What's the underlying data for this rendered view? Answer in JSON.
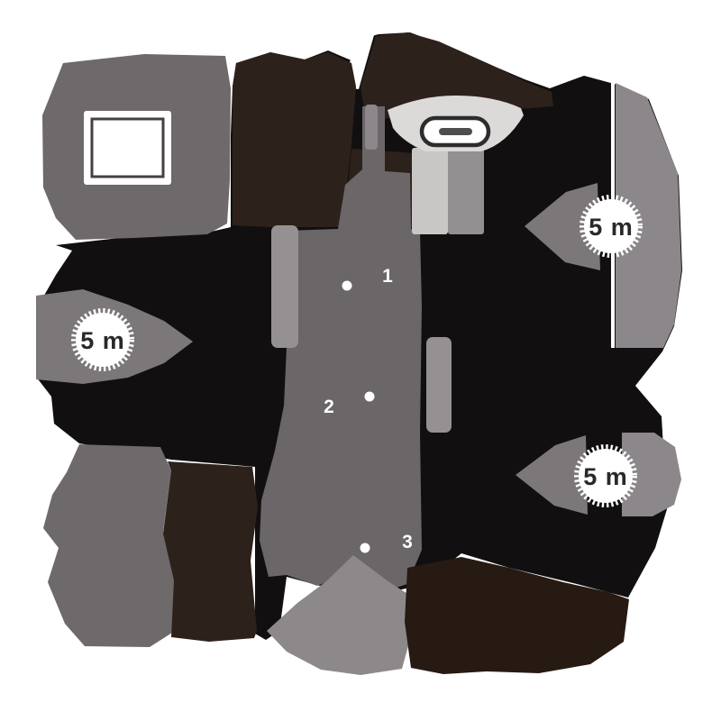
{
  "illustration": {
    "range_badges": [
      {
        "label": "5 m",
        "position": "left"
      },
      {
        "label": "5 m",
        "position": "top-right"
      },
      {
        "label": "5 m",
        "position": "bottom-right"
      }
    ],
    "waypoints": [
      {
        "label": "1"
      },
      {
        "label": "2"
      },
      {
        "label": "3"
      }
    ],
    "colors": {
      "background": "#ffffff",
      "scanned_black": "#110f0f",
      "furniture_brown": "#2d211c",
      "furniture_brown_deep": "#261a13",
      "room_gray": "#6e696b",
      "corridor_gray": "#6b6668",
      "strip_gray": "#959193",
      "cone_gray": "#7c787a",
      "chunk_gray": "#8b878a",
      "mountain_gray": "#8d898b",
      "dock_body": "#dcdad8",
      "dock_column_light": "#c9c7c6",
      "dock_column_dark": "#929091",
      "badge_fill": "#ffffff",
      "badge_text": "#2b2829",
      "waypoint_white": "#ffffff"
    }
  }
}
